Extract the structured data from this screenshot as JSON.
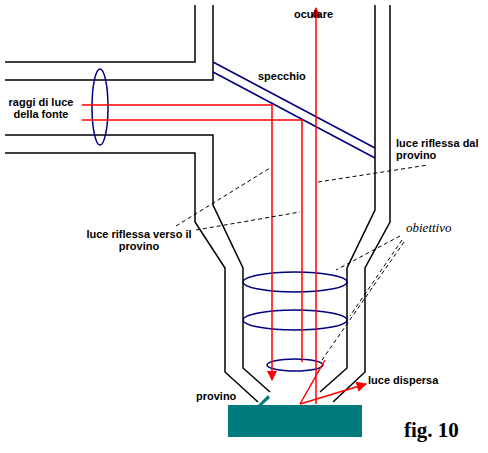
{
  "diagram": {
    "caption": "fig. 10",
    "labels": [
      "oculare",
      "specchio",
      "raggi di luce della fonte",
      "luce riflessa dal provino",
      "luce riflessa verso il provino",
      "obiettivo",
      "provino",
      "luce dispersa"
    ]
  }
}
